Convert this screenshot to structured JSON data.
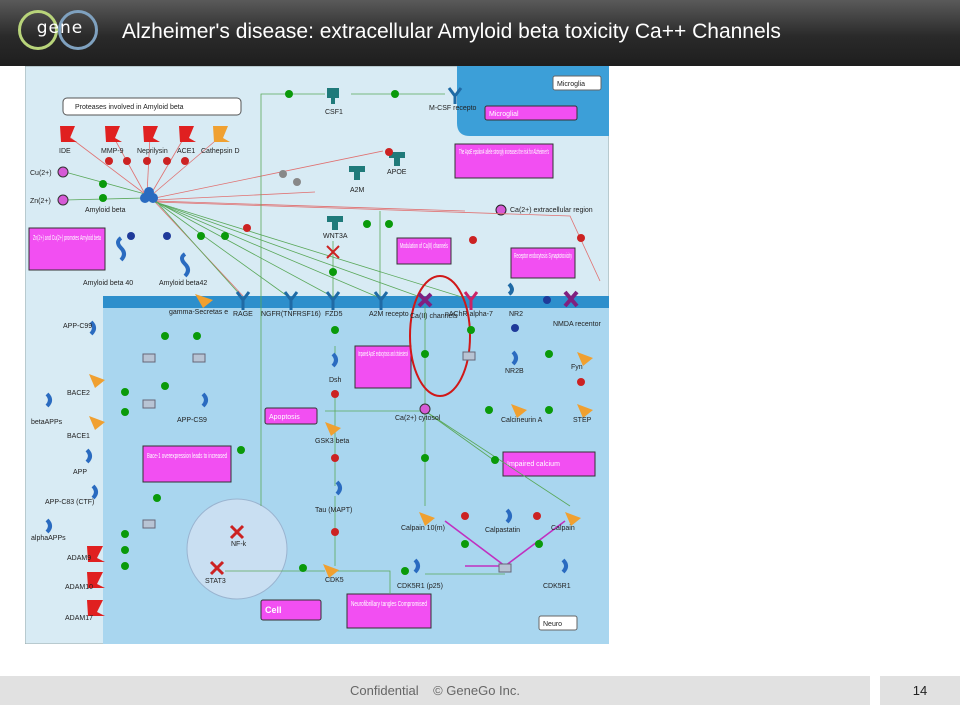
{
  "header": {
    "logo_text": "gene",
    "title": "Alzheimer's disease: extracellular Amyloid beta toxicity Ca++ Channels"
  },
  "footer": {
    "text": "Confidential    © GeneGo Inc.",
    "page": "14"
  },
  "diagram": {
    "regions": {
      "microglia": "Microglia",
      "microglial": "Microglial",
      "neuro": "Neuro",
      "cell": "Cell",
      "apoptosis": "Apoptosis",
      "extracellular": "Ca(2+) extracellular region"
    },
    "proteases_box": "Proteases involved in Amyloid beta",
    "notes": {
      "apoe": "The ApoE epsilon4 allele strongly increases the risk for Alzheimer's",
      "zn_cu": "Zn(2+) and Cu(2+) promotes Amyloid beta",
      "modulation": "Modulation of Ca(II) channels",
      "receptor": "Receptor endocytosis Synaptotoxicity",
      "impaired_apoe": "Impaired ApoE endocytosis and cholesterol",
      "bace": "Bace-1 overexpression leads to increased",
      "impaired_calcium": "Impaired calcium",
      "tangles": "Neurofibrillary tangles Compromised"
    },
    "nodes": {
      "ide": "IDE",
      "mmp9": "MMP-9",
      "neprilysin": "Neprilysin",
      "ace1": "ACE1",
      "cathepsin": "Cathepsin D",
      "cu": "Cu(2+)",
      "zn": "Zn(2+)",
      "amyloid_beta": "Amyloid beta",
      "amyloid40": "Amyloid beta 40",
      "amyloid42": "Amyloid beta42",
      "csf1": "CSF1",
      "mcsf": "M-CSF recepto",
      "apoe": "APOE",
      "a2m": "A2M",
      "wnt3a": "WNT3A",
      "gamma": "gamma-Secretas e",
      "rage": "RAGE",
      "ngfr": "NGFR(TNFRSF16)",
      "fzd5": "FZD5",
      "a2m_rec": "A2M recepto",
      "ca_channels": "Ca(II) channels",
      "nachr": "nAChR alpha-7",
      "nr2": "NR2",
      "nmda": "NMDA recentor",
      "app_c99": "APP-C99",
      "bace2": "BACE2",
      "beta_apps": "betaAPPs",
      "bace1": "BACE1",
      "app": "APP",
      "app_c83": "APP-C83 (CTF)",
      "alpha_apps": "alphaAPPs",
      "adam9": "ADAM9",
      "adam10": "ADAM10",
      "adam17": "ADAM17",
      "app_cs9": "APP-CS9",
      "dsh": "Dsh",
      "gsk3": "GSK3 beta",
      "tau": "Tau (MAPT)",
      "cdk5": "CDK5",
      "nfkb": "NF-k",
      "stat3": "STAT3",
      "ca_cytosol": "Ca(2+) cytosol",
      "nr2b": "NR2B",
      "fyn": "Fyn",
      "calcineurin": "Calcineurin A",
      "step": "STEP",
      "calpain10": "Calpain 10(m)",
      "calpastatin": "Calpastatin",
      "calpain": "Calpain",
      "cdk5r1_p25": "CDK5R1 (p25)",
      "cdk5r1": "CDK5R1"
    }
  },
  "colors": {
    "extracellular": "#d8ebf4",
    "cytoplasm": "#a9d6ef",
    "note_box": "#f24ff2",
    "binding_hex": "#0a9a0a",
    "cleavage_hex": "#cc2222",
    "highlight_circle": "#d01818"
  }
}
